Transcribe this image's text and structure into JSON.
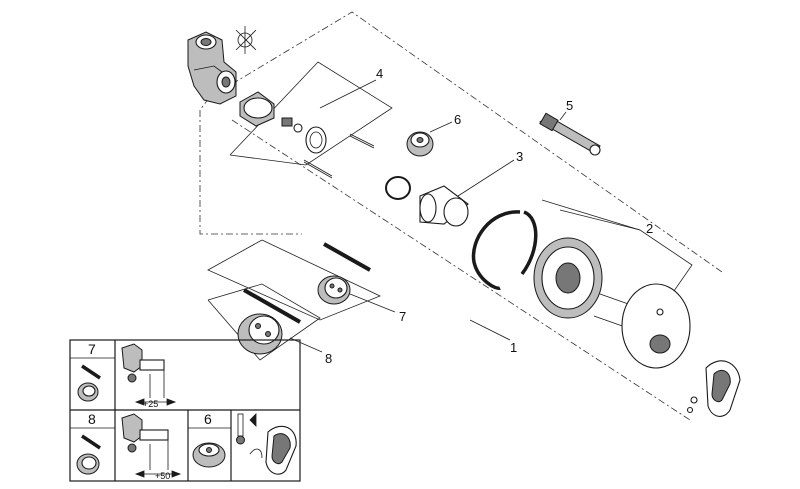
{
  "callouts": {
    "c1": "1",
    "c2": "2",
    "c3": "3",
    "c4": "4",
    "c5": "5",
    "c6": "6",
    "c7": "7",
    "c8": "8"
  },
  "inset": {
    "row1_number": "7",
    "row2_number": "8",
    "row2_kit_number": "6",
    "dim_top": "+25",
    "dim_bottom": "+50"
  }
}
